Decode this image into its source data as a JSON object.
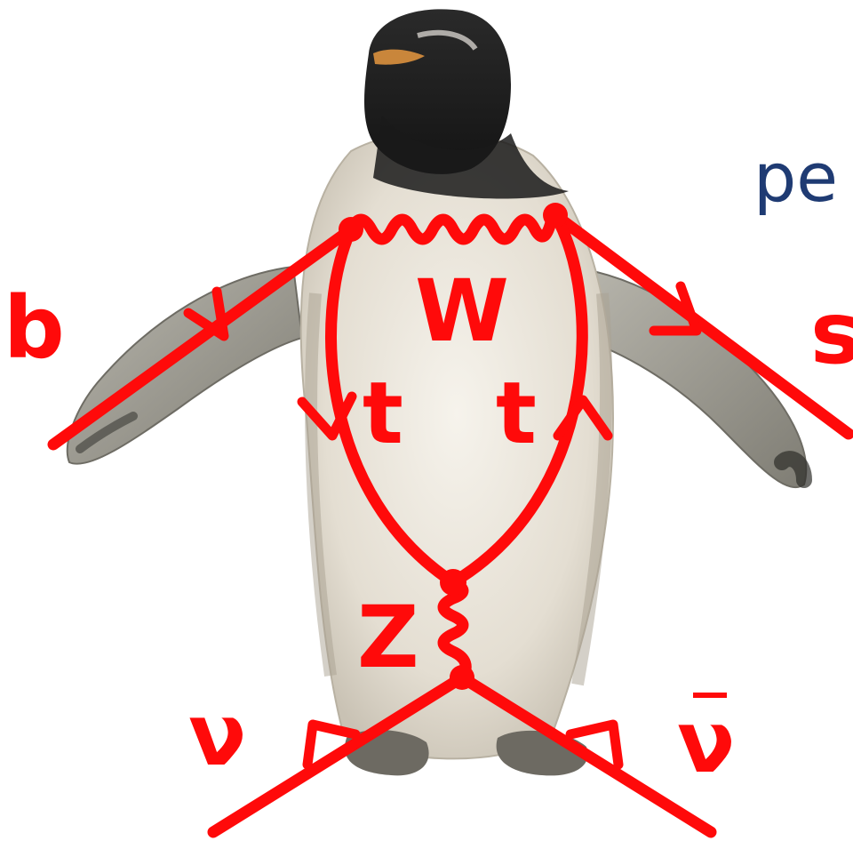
{
  "title_fragment": "pe",
  "labels": {
    "b": "b",
    "s": "s",
    "W": "W",
    "t_left": "t",
    "t_right": "t",
    "Z": "Z",
    "nu": "ν",
    "nubar": "ν"
  },
  "colors": {
    "diagram_red": "#ff0a0a",
    "title_blue": "#1f3b73"
  }
}
